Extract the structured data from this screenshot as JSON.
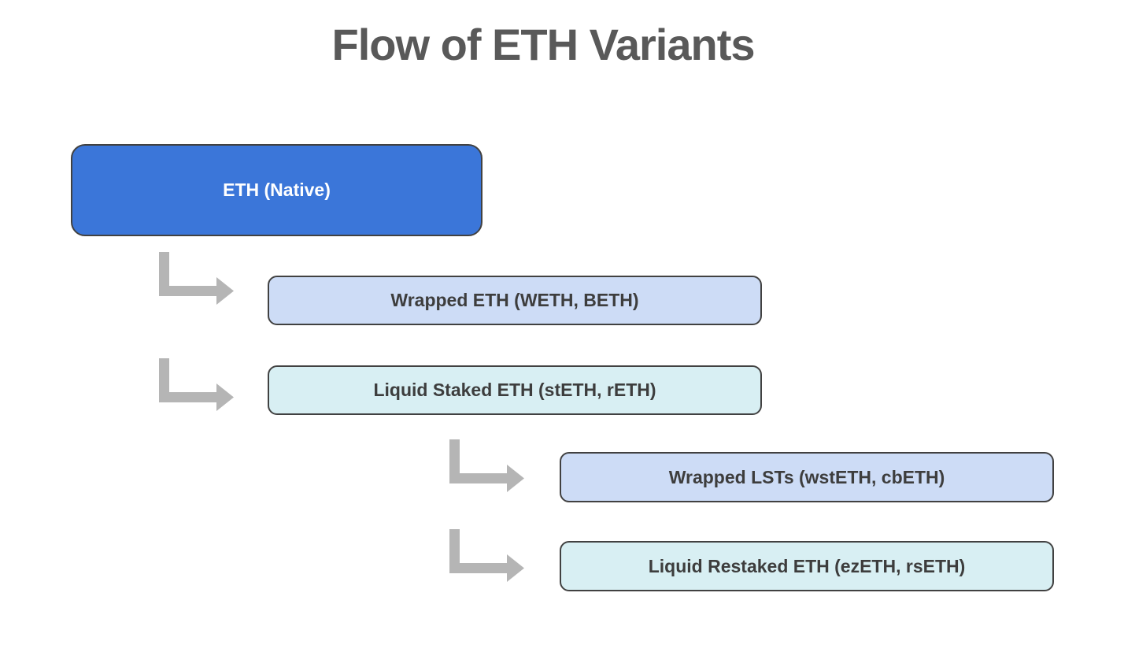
{
  "title": "Flow of ETH Variants",
  "colors": {
    "background": "#ffffff",
    "title_text": "#595959",
    "root_node_fill": "#3b76d9",
    "root_node_text": "#ffffff",
    "wrapped_node_fill": "#cddcf6",
    "staked_node_fill": "#d8eff3",
    "node_border": "#414141",
    "node_text": "#3d3d3d",
    "arrow": "#b5b5b5"
  },
  "nodes": [
    {
      "id": "eth-native",
      "label": "ETH (Native)",
      "level": 0
    },
    {
      "id": "wrapped-eth",
      "label": "Wrapped ETH (WETH, BETH)",
      "level": 1,
      "parent": "eth-native"
    },
    {
      "id": "liquid-staked-eth",
      "label": "Liquid Staked ETH (stETH, rETH)",
      "level": 1,
      "parent": "eth-native"
    },
    {
      "id": "wrapped-lsts",
      "label": "Wrapped LSTs (wstETH, cbETH)",
      "level": 2,
      "parent": "liquid-staked-eth"
    },
    {
      "id": "liquid-restaked-eth",
      "label": "Liquid Restaked ETH (ezETH, rsETH)",
      "level": 2,
      "parent": "liquid-staked-eth"
    }
  ],
  "arrows": [
    {
      "from": "eth-native",
      "to": "wrapped-eth"
    },
    {
      "from": "eth-native",
      "to": "liquid-staked-eth"
    },
    {
      "from": "liquid-staked-eth",
      "to": "wrapped-lsts"
    },
    {
      "from": "liquid-staked-eth",
      "to": "liquid-restaked-eth"
    }
  ]
}
